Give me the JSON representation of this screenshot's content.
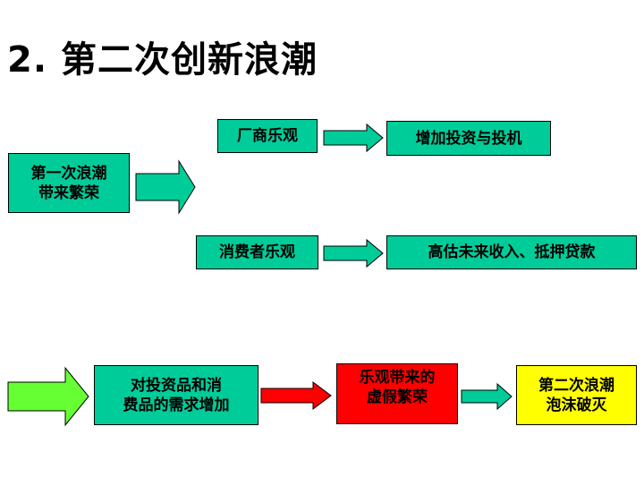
{
  "title": "2. 第二次创新浪潮",
  "boxes": {
    "wave_prosperity": "第一次浪潮\n带来繁荣",
    "vendor_optimism": "厂商乐观",
    "invest_speculate": "增加投资与投机",
    "consumer_optimism": "消费者乐观",
    "overestimate_income": "高估未来收入、抵押贷款",
    "demand_increase": "对投资品和消\n费品的需求增加",
    "false_prosperity": "乐观带来的\n虚假繁荣",
    "bubble_burst": "第二次浪潮\n泡沫破灭"
  },
  "colors": {
    "teal": "#00cc99",
    "red": "#ff0000",
    "yellow": "#ffff00",
    "lime": "#66ff33"
  }
}
